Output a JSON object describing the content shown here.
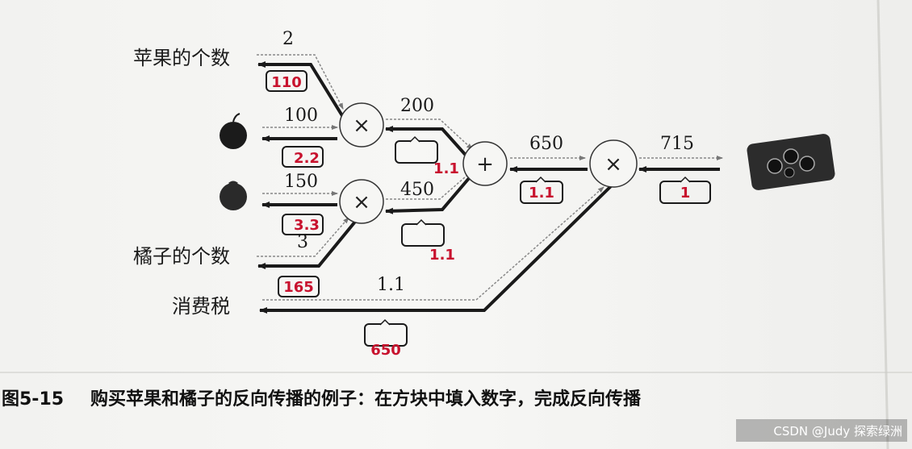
{
  "inputs": {
    "apple_count_label": "苹果的个数",
    "orange_count_label": "橘子的个数",
    "tax_label": "消费税"
  },
  "values": {
    "apple_count": "2",
    "apple_price": "100",
    "orange_price": "150",
    "orange_count": "3",
    "apple_total": "200",
    "orange_total": "450",
    "sum": "650",
    "tax": "1.1",
    "final": "715"
  },
  "operators": {
    "mul": "×",
    "add": "+"
  },
  "handwritten": {
    "apple_count_grad": "110",
    "apple_price_grad": "2.2",
    "orange_price_grad": "3.3",
    "orange_count_grad": "165",
    "apple_total_grad": "1.1",
    "orange_total_grad": "1.1",
    "sum_grad": "1.1",
    "final_grad": "1",
    "tax_grad": "650"
  },
  "caption": {
    "figure_no": "图5-15",
    "text": "购买苹果和橘子的反向传播的例子：在方块中填入数字，完成反向传播"
  },
  "watermark": "CSDN @Judy 探索绿洲",
  "colors": {
    "ink": "#1a1a1a",
    "red_ink": "#c8122e",
    "paper": "#f4f4f2"
  }
}
